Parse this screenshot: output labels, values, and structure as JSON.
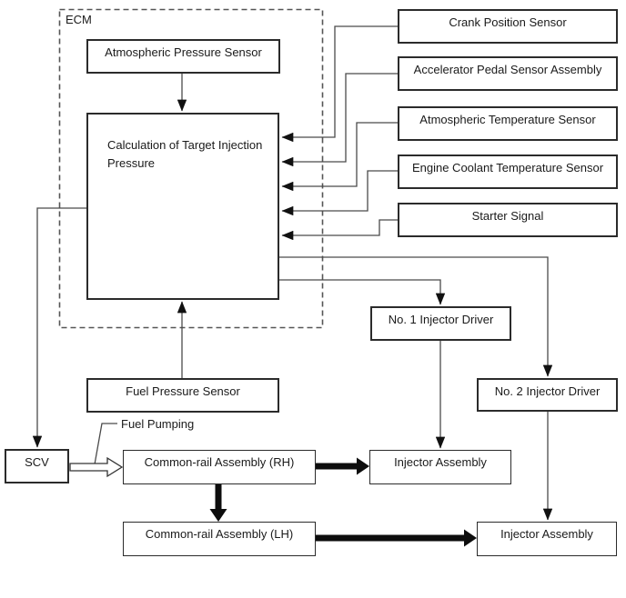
{
  "diagram": {
    "ecm": {
      "label": "ECM"
    },
    "nodes": {
      "atmospheric_pressure_sensor": "Atmospheric Pressure Sensor",
      "calculation_of_target_injection_pressure": "Calculation of Target Injection\nPressure",
      "crank_position_sensor": "Crank Position Sensor",
      "accelerator_pedal_sensor_assembly": "Accelerator Pedal Sensor Assembly",
      "atmospheric_temperature_sensor": "Atmospheric Temperature Sensor",
      "engine_coolant_temperature_sensor": "Engine Coolant Temperature Sensor",
      "starter_signal": "Starter Signal",
      "no1_injector_driver": "No. 1 Injector Driver",
      "no2_injector_driver": "No. 2 Injector Driver",
      "fuel_pressure_sensor": "Fuel Pressure Sensor",
      "scv": "SCV",
      "common_rail_assembly_rh": "Common-rail Assembly (RH)",
      "common_rail_assembly_lh": "Common-rail Assembly (LH)",
      "injector_assembly_rh": "Injector Assembly",
      "injector_assembly_lh": "Injector Assembly"
    },
    "annotations": {
      "fuel_pumping": "Fuel Pumping"
    },
    "colors": {
      "background": "#ffffff",
      "box_border": "#2b2b2b",
      "thin_line": "#4a4a4a",
      "dashed_border": "#555555",
      "solid_arrow": "#0d0d0d",
      "open_arrow_fill": "#ffffff"
    }
  }
}
